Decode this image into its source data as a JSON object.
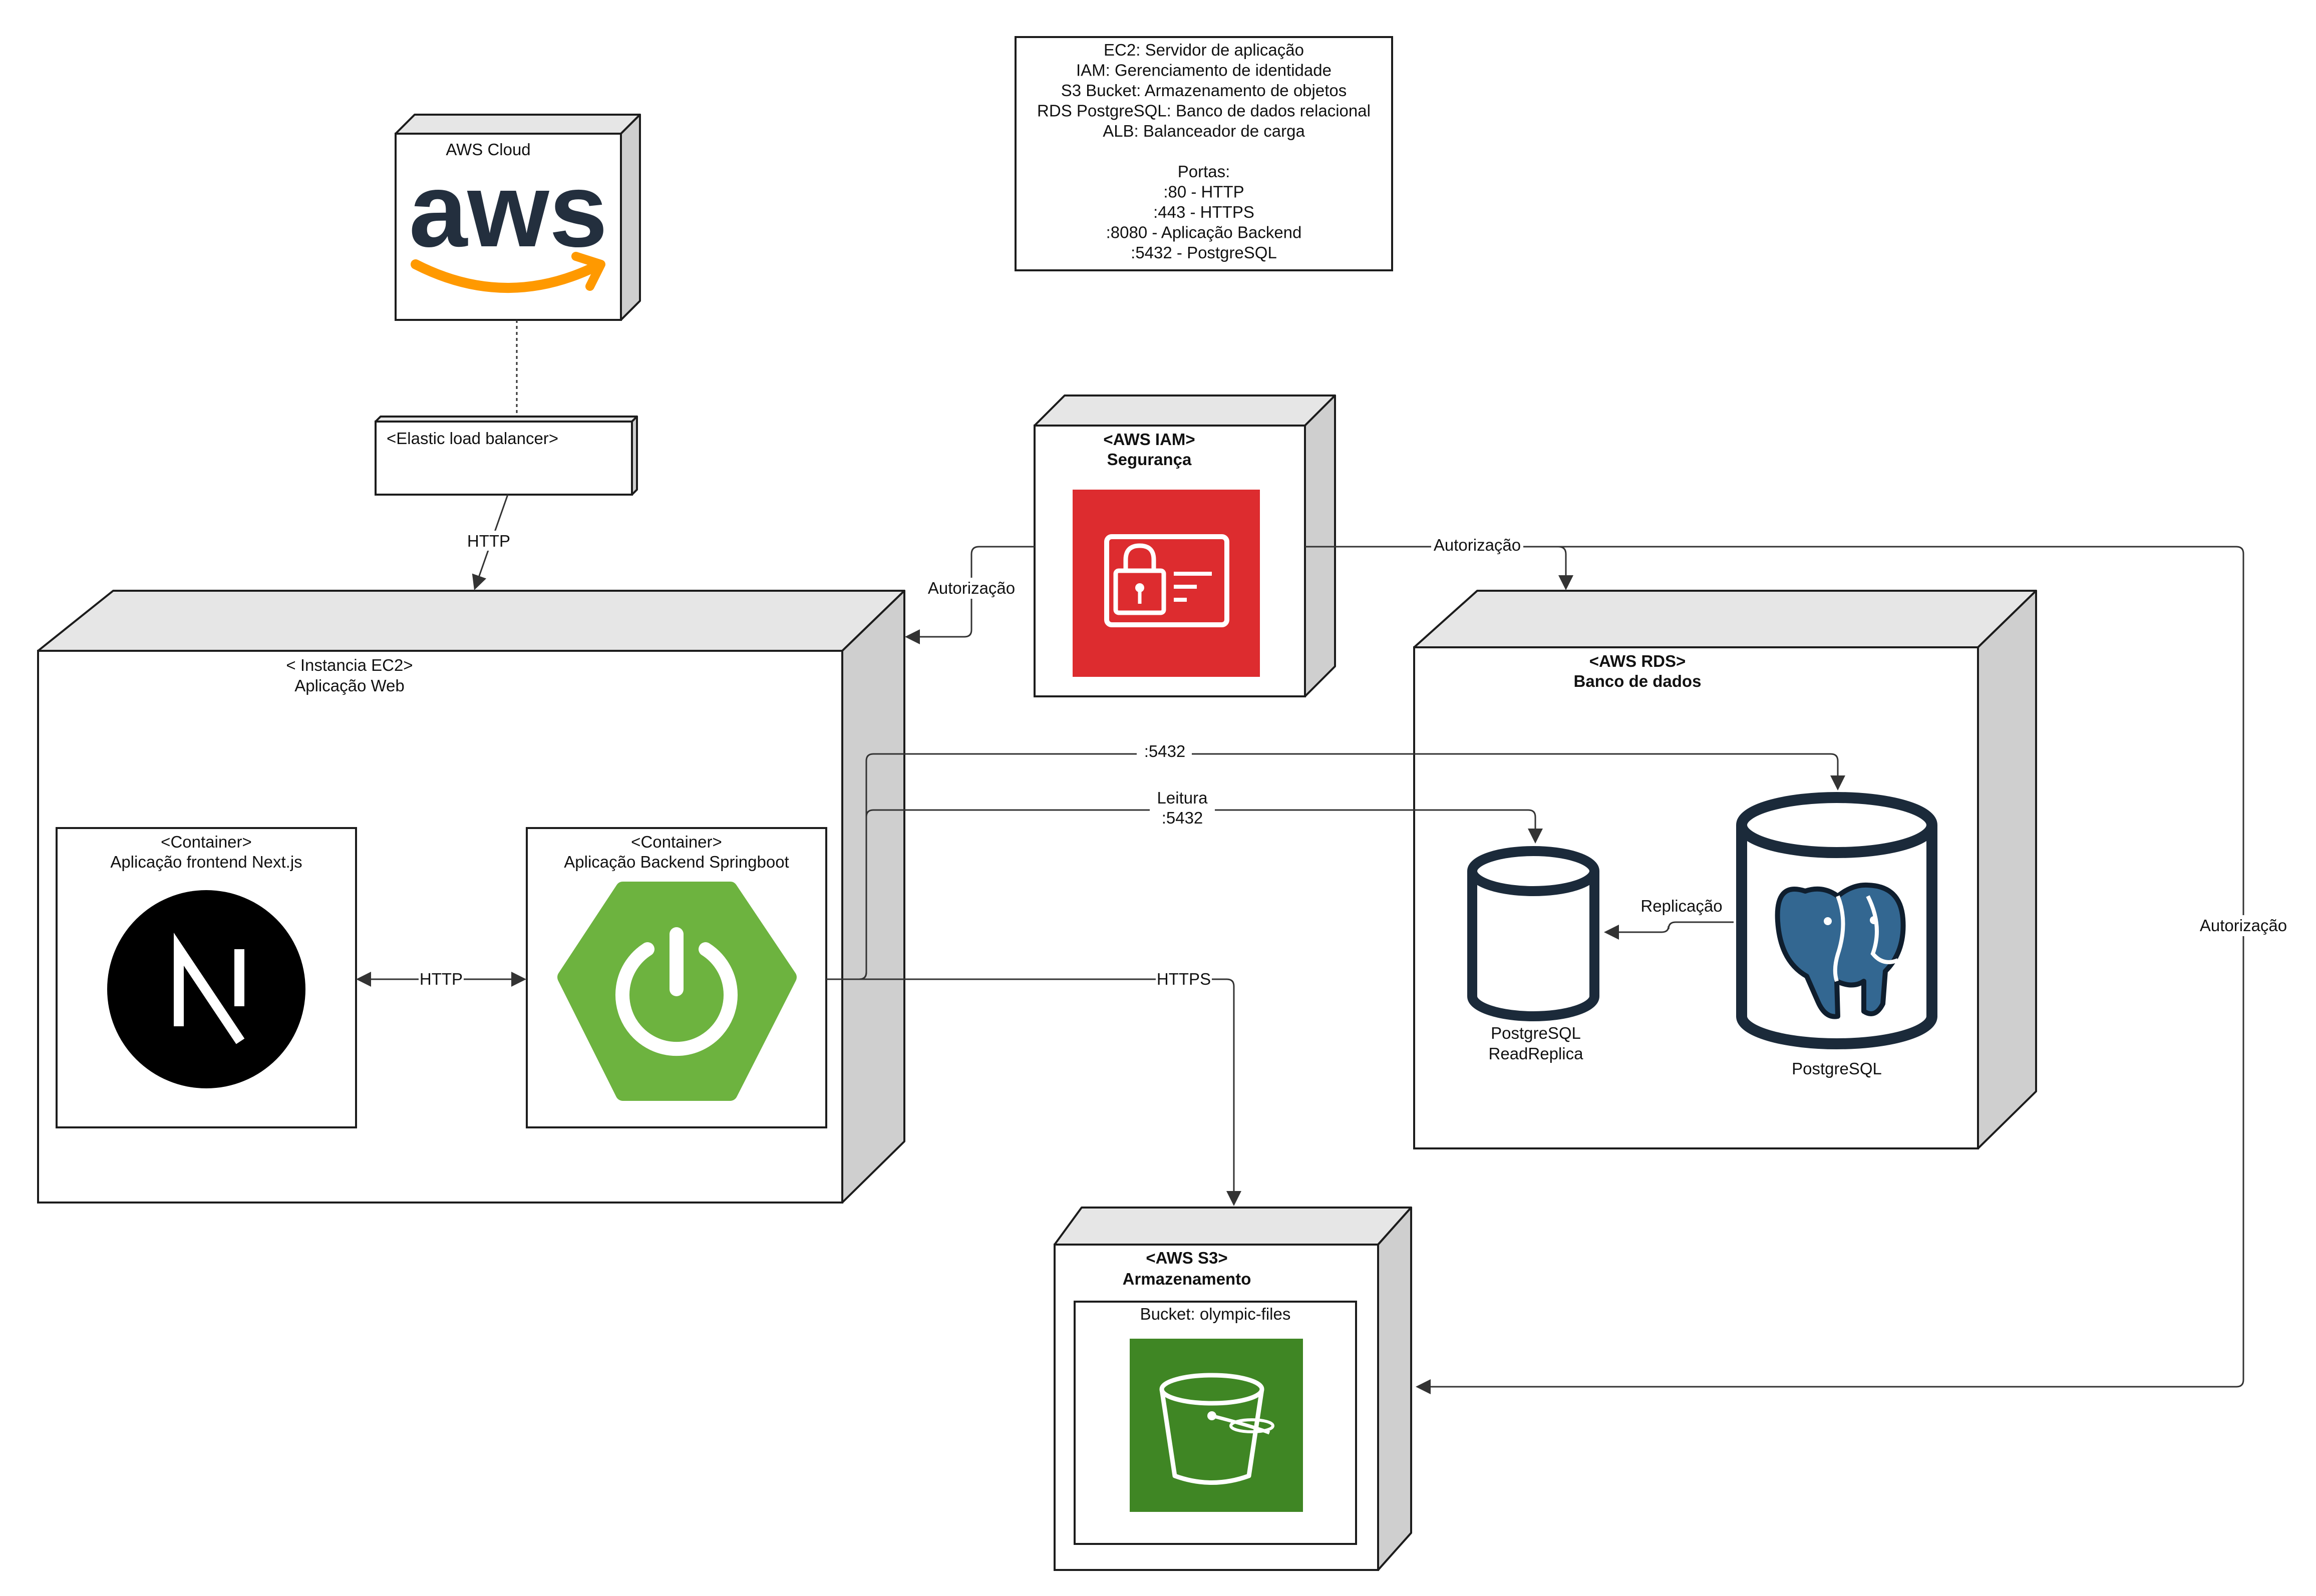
{
  "legend": {
    "lines": [
      "EC2: Servidor de aplicação",
      "IAM: Gerenciamento de identidade",
      "S3 Bucket: Armazenamento de objetos",
      "RDS PostgreSQL: Banco de dados relacional",
      "ALB: Balanceador de carga",
      "",
      "Portas:",
      ":80 - HTTP",
      ":443 - HTTPS",
      ":8080 - Aplicação Backend",
      ":5432 - PostgreSQL"
    ]
  },
  "nodes": {
    "aws_cloud": {
      "title": "AWS Cloud",
      "logo_text": "aws"
    },
    "elb": {
      "title": "<Elastic load balancer>"
    },
    "iam": {
      "title_1": "<AWS IAM>",
      "title_2": "Segurança"
    },
    "ec2": {
      "title_1": "< Instancia EC2>",
      "title_2": "Aplicação Web"
    },
    "frontend": {
      "title_1": "<Container>",
      "title_2": "Aplicação frontend Next.js"
    },
    "backend": {
      "title_1": "<Container>",
      "title_2": "Aplicação Backend Springboot"
    },
    "rds": {
      "title_1": "<AWS RDS>",
      "title_2": "Banco de dados"
    },
    "replica": {
      "title_1": "PostgreSQL",
      "title_2": "ReadReplica"
    },
    "postgres": {
      "title": "PostgreSQL"
    },
    "s3": {
      "title_1": "<AWS S3>",
      "title_2": "Armazenamento"
    },
    "bucket": {
      "title": "Bucket: olympic-files"
    }
  },
  "edges": {
    "elb_to_ec2": "HTTP",
    "iam_to_ec2": "Autorização",
    "iam_to_rds": "Autorização",
    "iam_to_s3": "Autorização",
    "frontend_backend": "HTTP",
    "backend_to_postgres": ":5432",
    "backend_to_replica_1": "Leitura",
    "backend_to_replica_2": ":5432",
    "replication": "Replicação",
    "backend_to_s3": "HTTPS"
  },
  "colors": {
    "aws_text": "#232f3e",
    "aws_smile": "#ff9900",
    "iam_red": "#dd2c2f",
    "s3_green": "#3f8624",
    "spring_green": "#6db33f",
    "postgres_blue": "#336791",
    "nextjs_black": "#000000"
  },
  "icons": [
    "aws-logo-icon",
    "iam-lock-card-icon",
    "nextjs-logo-icon",
    "spring-power-icon",
    "database-cylinder-icon",
    "postgresql-elephant-icon",
    "s3-bucket-icon"
  ]
}
